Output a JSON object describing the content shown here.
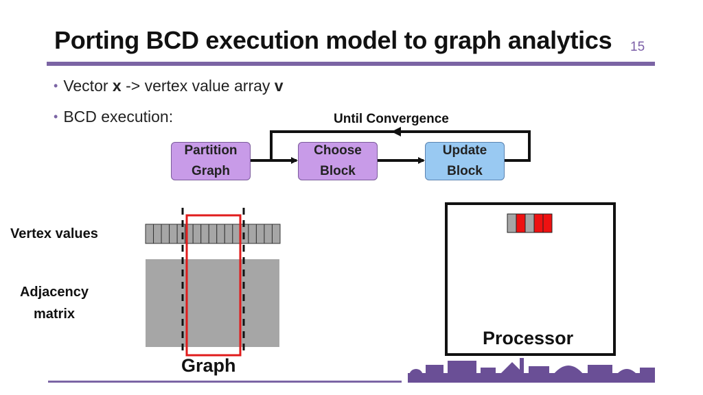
{
  "slide": {
    "title": "Porting BCD execution model to graph analytics",
    "page_number": "15"
  },
  "bullets": [
    {
      "prefix": "Vector ",
      "bold1": "x",
      "middle": " -> vertex value array ",
      "bold2": "v"
    },
    {
      "text": "BCD execution:"
    }
  ],
  "flow": {
    "loop_label": "Until Convergence",
    "steps": [
      {
        "line1": "Partition",
        "line2": "Graph",
        "color": "#c89be8"
      },
      {
        "line1": "Choose",
        "line2": "Block",
        "color": "#c89be8"
      },
      {
        "line1": "Update",
        "line2": "Block",
        "color": "#99c9f2"
      }
    ]
  },
  "diagram": {
    "vertex_values_label": "Vertex values",
    "adjacency_label": "Adjacency matrix",
    "graph_label": "Graph",
    "processor_label": "Processor",
    "vertex_cell_count": 17,
    "processor_cells": [
      "gray",
      "red",
      "gray",
      "red",
      "red"
    ],
    "colors": {
      "cell_gray": "#a6a6a6",
      "matrix_gray": "#a6a6a6",
      "highlight_red": "#e01b1b",
      "processor_red": "#ee1111"
    }
  },
  "theme": {
    "accent": "#7b64a4"
  }
}
